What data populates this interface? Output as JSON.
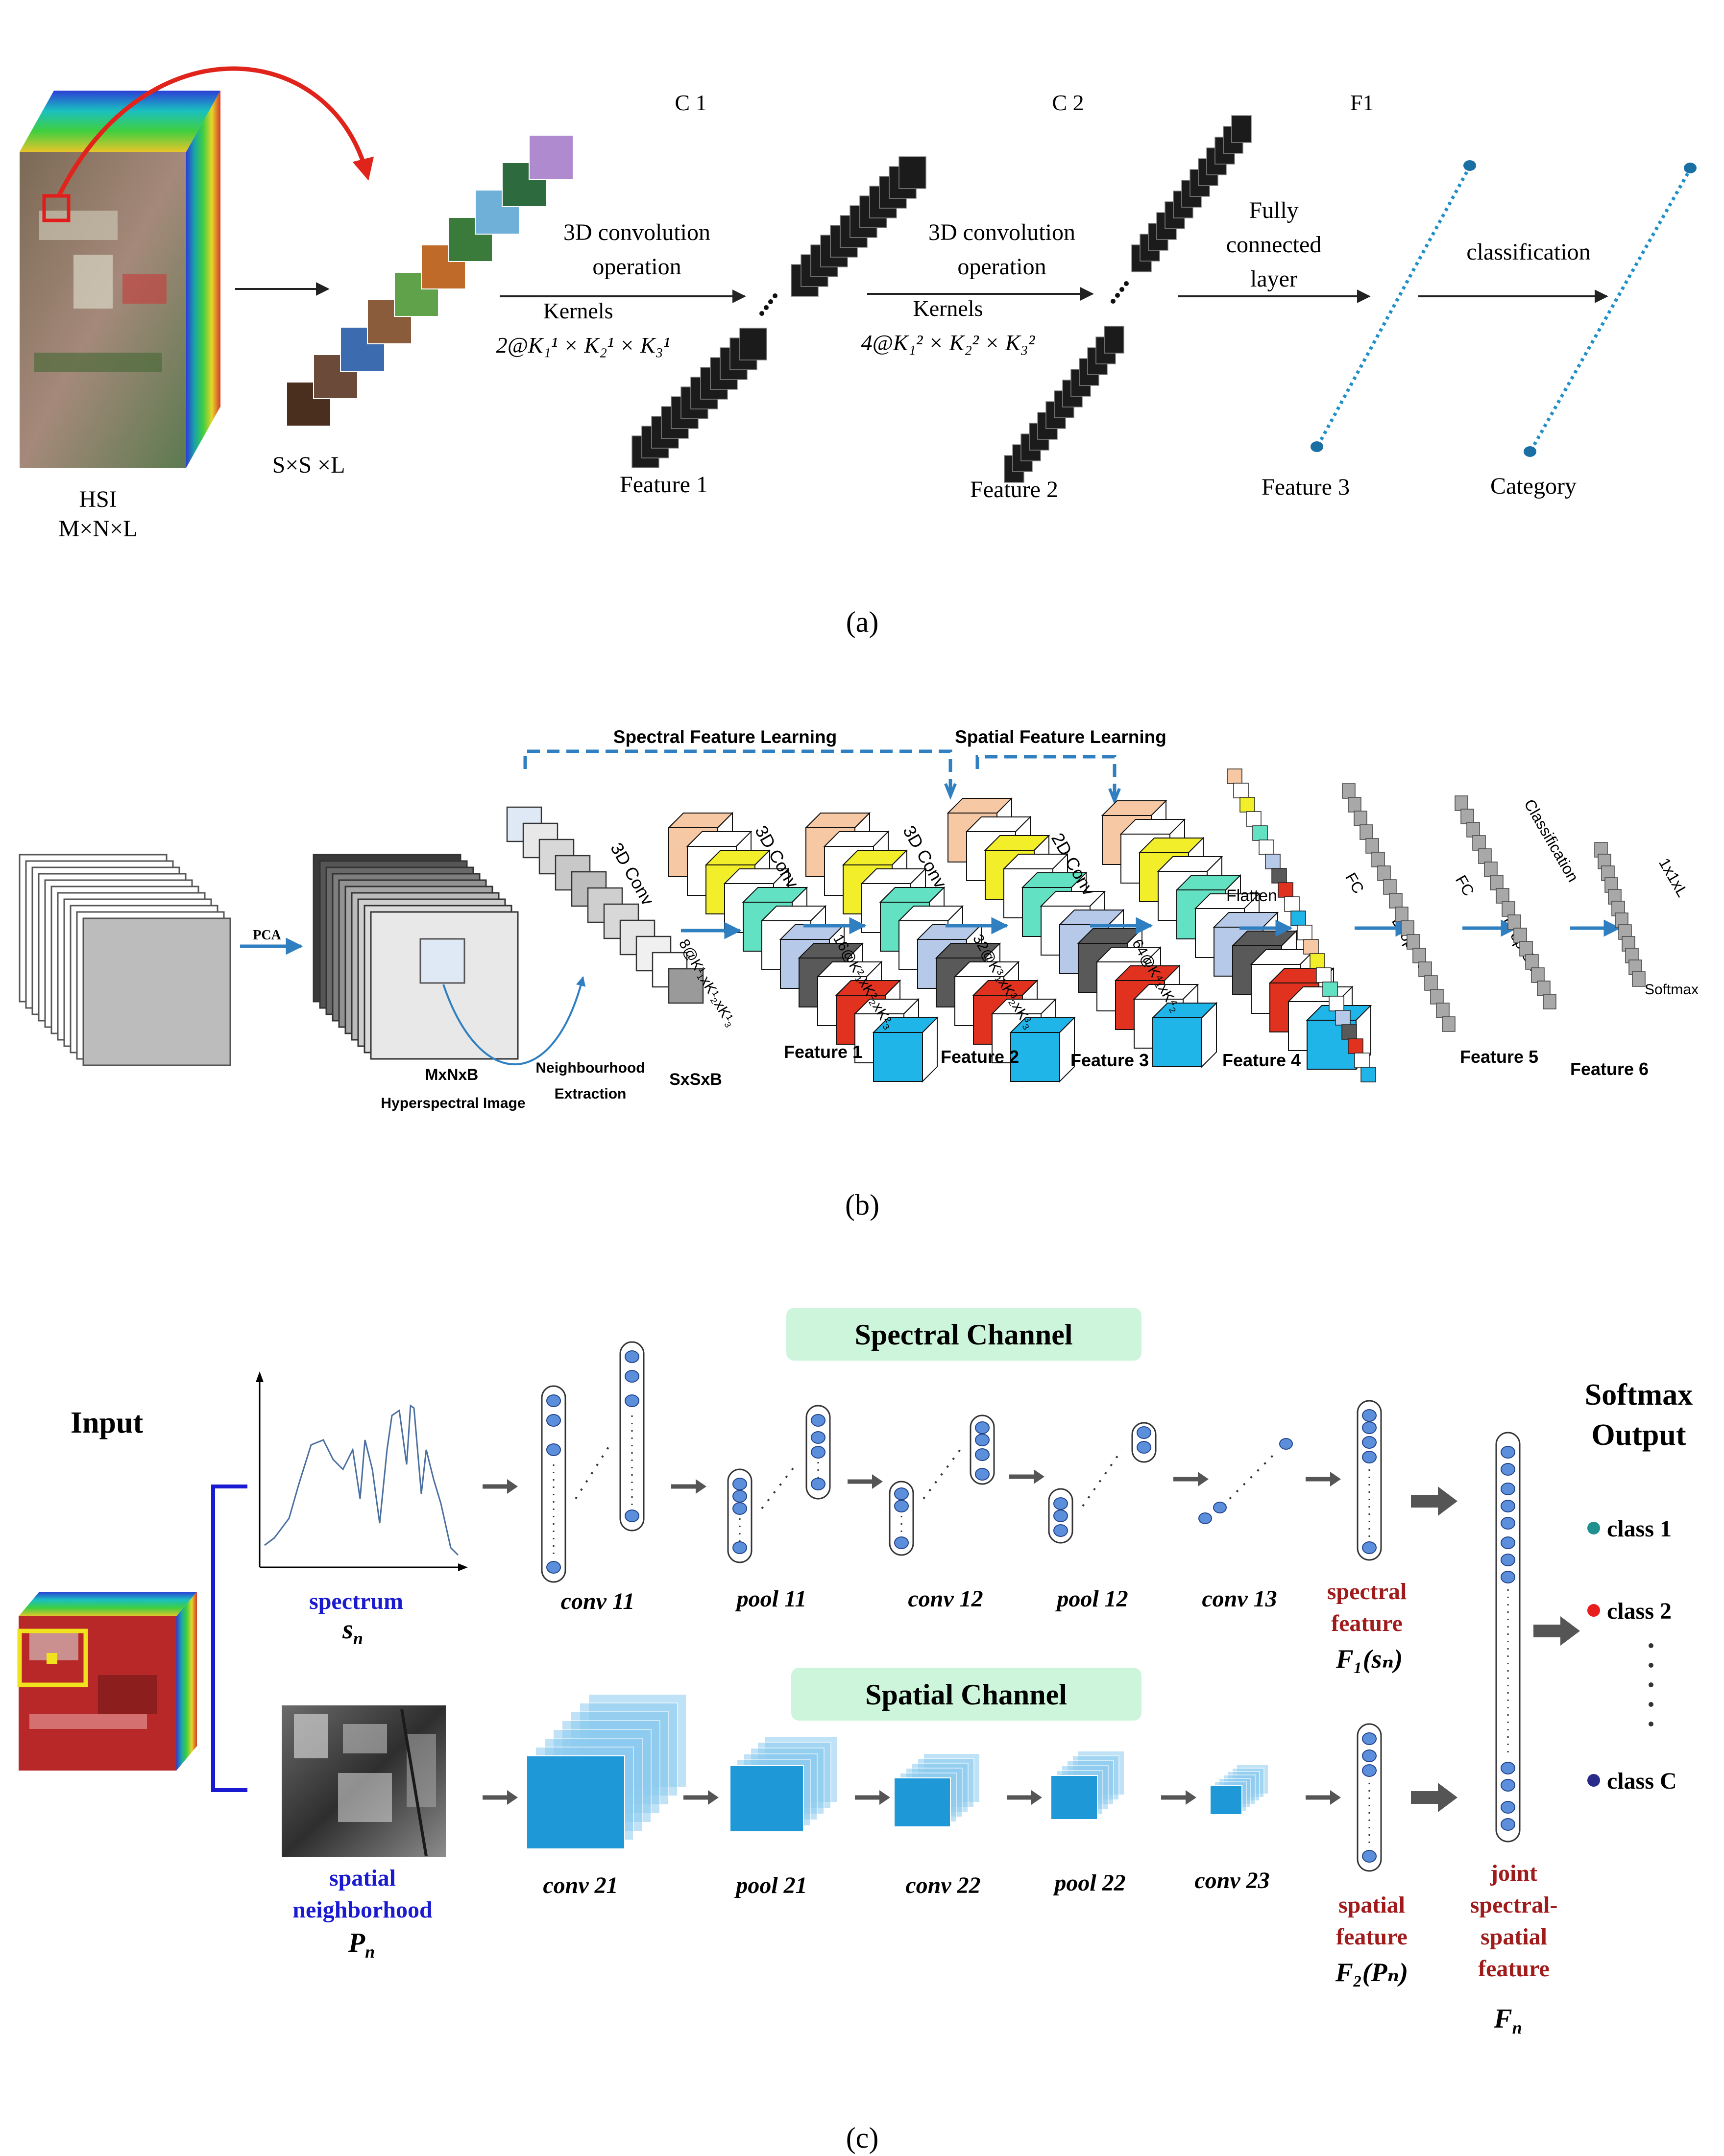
{
  "panel_a": {
    "label_hsi": "HSI",
    "label_mnl": "M×N×L",
    "label_ssl": "S×S ×L",
    "c1": "C 1",
    "c2": "C 2",
    "f1": "F1",
    "conv1_line1": "3D convolution",
    "conv1_line2": "operation",
    "kernels1": "Kernels",
    "kernels1_formula": "2@K₁¹ × K₂¹ × K₃¹",
    "conv2_line1": "3D convolution",
    "conv2_line2": "operation",
    "kernels2": "Kernels",
    "kernels2_formula": "4@K₁² × K₂² × K₃²",
    "fc_line1": "Fully",
    "fc_line2": "connected",
    "fc_line3": "layer",
    "classification": "classification",
    "feature1": "Feature 1",
    "feature2": "Feature 2",
    "feature3": "Feature 3",
    "category": "Category",
    "caption": "(a)"
  },
  "panel_b": {
    "pca": "PCA",
    "mxnxb": "MxNxB",
    "hyperspectral": "Hyperspectral Image",
    "neighbourhood": "Neighbourhood",
    "extraction": "Extraction",
    "sxsxb": "SxSxB",
    "spectral_learning": "Spectral Feature Learning",
    "spatial_learning": "Spatial Feature Learning",
    "conv1": "3D Conv",
    "conv2": "3D Conv",
    "conv3": "3D Conv",
    "conv4": "2D Conv",
    "k1": "8@K¹₁xK¹₂xK¹₃",
    "k2": "16@K²₁xK²₂xK²₃",
    "k3": "32@K³₁xK³₂xK³₃",
    "k4": "64@K⁴₁xK⁴₂",
    "feature1": "Feature 1",
    "feature2": "Feature 2",
    "feature3": "Feature 3",
    "feature4": "Feature 4",
    "feature5": "Feature 5",
    "feature6": "Feature 6",
    "flatten": "Flatten",
    "fc1": "FC",
    "dropout1": "Drop Out",
    "fc2": "FC",
    "dropout2": "Drop Out",
    "classification": "Classification",
    "out": "1x1xL",
    "softmax": "Softmax",
    "caption": "(b)"
  },
  "panel_c": {
    "spectral_channel": "Spectral Channel",
    "spatial_channel": "Spatial Channel",
    "input": "Input",
    "softmax_line1": "Softmax",
    "softmax_line2": "Output",
    "spectrum": "spectrum",
    "sn": "s",
    "sn_sub": "n",
    "spatial_line1": "spatial",
    "spatial_line2": "neighborhood",
    "pn": "P",
    "pn_sub": "n",
    "conv11": "conv 11",
    "pool11": "pool 11",
    "conv12": "conv 12",
    "pool12": "pool 12",
    "conv13": "conv 13",
    "conv21": "conv 21",
    "pool21": "pool 21",
    "conv22": "conv 22",
    "pool22": "pool 22",
    "conv23": "conv 23",
    "spectral_feature_line1": "spectral",
    "spectral_feature_line2": "feature",
    "f1sn": "F₁(sₙ)",
    "spatial_feature_line1": "spatial",
    "spatial_feature_line2": "feature",
    "f2pn": "F₂(Pₙ)",
    "joint_line1": "joint",
    "joint_line2": "spectral-",
    "joint_line3": "spatial",
    "joint_line4": "feature",
    "fn": "F",
    "fn_sub": "n",
    "class1": "class 1",
    "class2": "class 2",
    "classC": "class C",
    "caption": "(c)"
  },
  "colors": {
    "blue_arrow": "#2f7fc1",
    "dashed_blue": "#2f7fc1",
    "dark_red": "#a01c1c",
    "label_blue": "#1a1ad0",
    "channel_green": "#ccf5dc",
    "conv_blue": "#1f98d8",
    "red_arrow": "#e0241b",
    "teal_dot": "#1f8f8f",
    "red_dot": "#e81d1d",
    "navy_dot": "#2a2a8a"
  }
}
